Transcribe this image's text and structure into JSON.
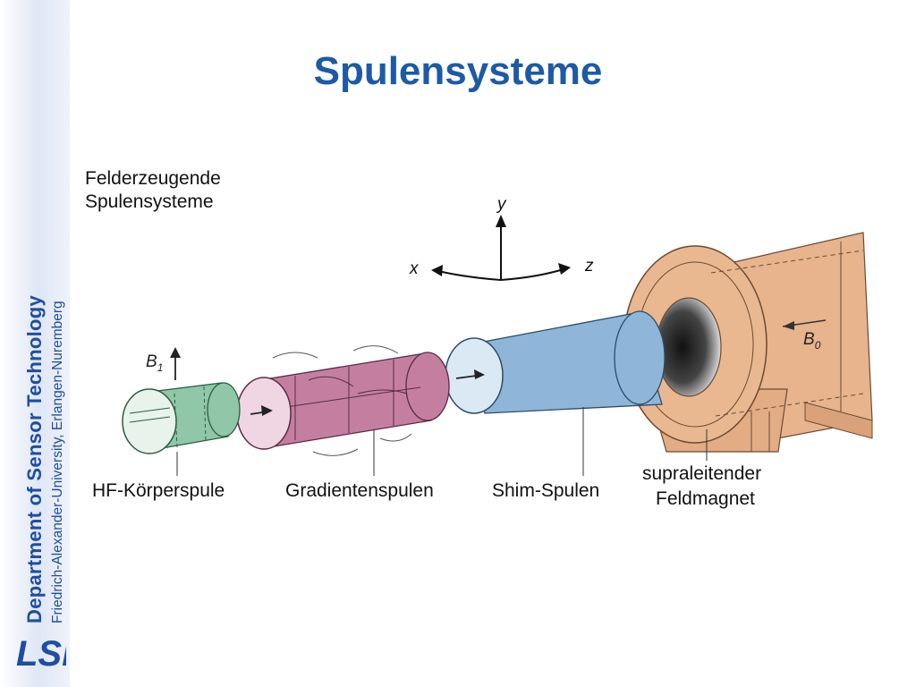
{
  "slide": {
    "title": "Spulensysteme"
  },
  "sidebar": {
    "department": "Department of Sensor Technology",
    "university": "Friedrich-Alexander-University,  Erlangen-Nuremberg",
    "logo_text": "LSE"
  },
  "diagram": {
    "heading_line1": "Felderzeugende",
    "heading_line2": "Spulensysteme",
    "axes": {
      "y": "y",
      "x": "x",
      "z": "z"
    },
    "field_b1": "B",
    "field_b1_sub": "1",
    "field_b0": "B",
    "field_b0_sub": "0",
    "labels": {
      "hf": "HF-Körperspule",
      "gradient": "Gradientenspulen",
      "shim": "Shim-Spulen",
      "magnet_line1": "supraleitender",
      "magnet_line2": "Feldmagnet"
    },
    "colors": {
      "hf_coil": "#8fc7a8",
      "gradient_coil": "#c47fa0",
      "shim_coil": "#8fb5d8",
      "magnet": "#e7b48d",
      "accent": "#1d5aa6"
    }
  }
}
